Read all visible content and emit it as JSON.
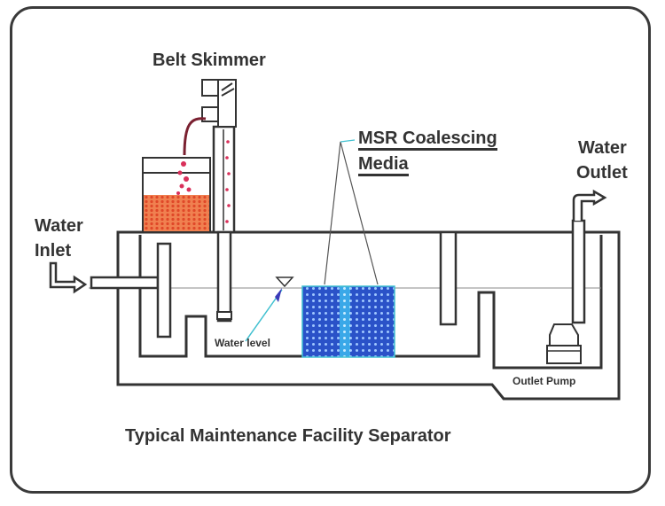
{
  "diagram": {
    "title": "Typical Maintenance Facility Separator",
    "labels": {
      "belt_skimmer": "Belt Skimmer",
      "media_line1": "MSR Coalescing",
      "media_line2": "Media",
      "water_inlet_line1": "Water",
      "water_inlet_line2": "Inlet",
      "water_outlet_line1": "Water",
      "water_outlet_line2": "Outlet",
      "water_level": "Water level",
      "outlet_pump": "Outlet Pump"
    },
    "colors": {
      "line": "#333333",
      "oil": "#e8603a",
      "oil_droplet": "#d9305a",
      "media_dark": "#2a4fc0",
      "media_light": "#3aa0e0",
      "leader_cyan": "#40c0d0",
      "arrow_blue": "#3a3ab8"
    }
  }
}
